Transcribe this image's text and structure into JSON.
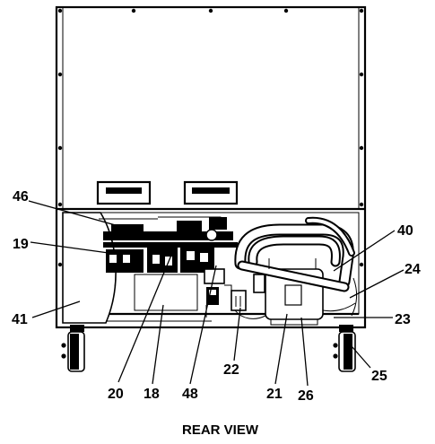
{
  "diagram": {
    "caption": "REAR VIEW",
    "callouts": {
      "c46": "46",
      "c19": "19",
      "c41": "41",
      "c40": "40",
      "c24": "24",
      "c23": "23",
      "c25": "25",
      "c20": "20",
      "c18": "18",
      "c48": "48",
      "c22": "22",
      "c21": "21",
      "c26": "26"
    },
    "colors": {
      "line": "#000000",
      "background": "#ffffff"
    }
  }
}
